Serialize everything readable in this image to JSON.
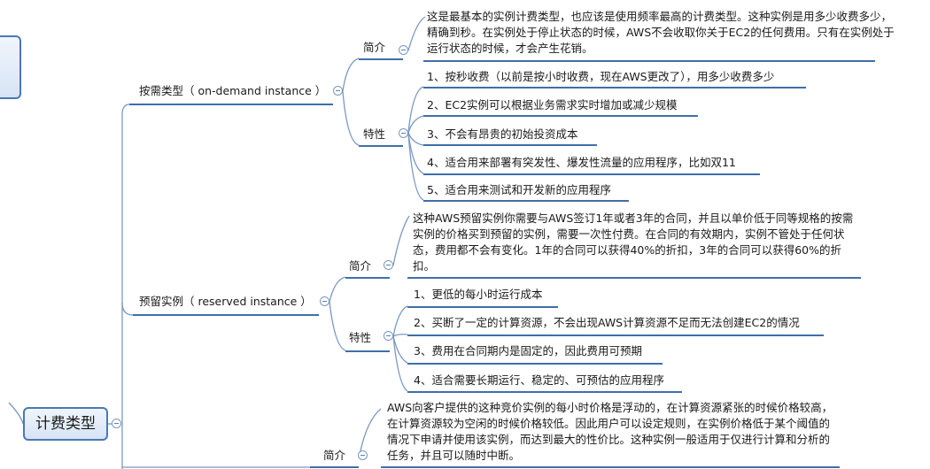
{
  "root": {
    "label": "计费类型"
  },
  "branches": [
    {
      "label": "按需类型（ on-demand instance ）",
      "intro_label": "简介",
      "intro_text": "这是最基本的实例计费类型，也应该是使用频率最高的计费类型。这种实例是用多少收费多少，精确到秒。在实例处于停止状态的时候，AWS不会收取你关于EC2的任何费用。只有在实例处于运行状态的时候，才会产生花销。",
      "features_label": "特性",
      "features": [
        "1、按秒收费（以前是按小时收费，现在AWS更改了），用多少收费多少",
        "2、EC2实例可以根据业务需求实时增加或减少规模",
        "3、不会有昂贵的初始投资成本",
        "4、适合用来部署有突发性、爆发性流量的应用程序，比如双11",
        "5、适合用来测试和开发新的应用程序"
      ]
    },
    {
      "label": "预留实例（ reserved instance  ）",
      "intro_label": "简介",
      "intro_text": "这种AWS预留实例你需要与AWS签订1年或者3年的合同，并且以单价低于同等规格的按需实例的价格买到预留的实例，需要一次性付费。在合同的有效期内，实例不管处于任何状态，费用都不会有变化。1年的合同可以获得40%的折扣，3年的合同可以获得60%的折扣。",
      "features_label": "特性",
      "features": [
        "1、更低的每小时运行成本",
        "2、买断了一定的计算资源，不会出现AWS计算资源不足而无法创建EC2的情况",
        "3、费用在合同期内是固定的，因此费用可预期",
        "4、适合需要长期运行、稳定的、可预估的应用程序"
      ]
    },
    {
      "intro_label": "简介",
      "intro_text": "AWS向客户提供的这种竞价实例的每小时价格是浮动的，在计算资源紧张的时候价格较高，在计算资源较为空闲的时候价格较低。因此用户可以设定规则，在实例价格低于某个阈值的情况下申请并使用该实例，而达到最大的性价比。这种实例一般适用于仅进行计算和分析的任务，并且可以随时中断。"
    }
  ]
}
